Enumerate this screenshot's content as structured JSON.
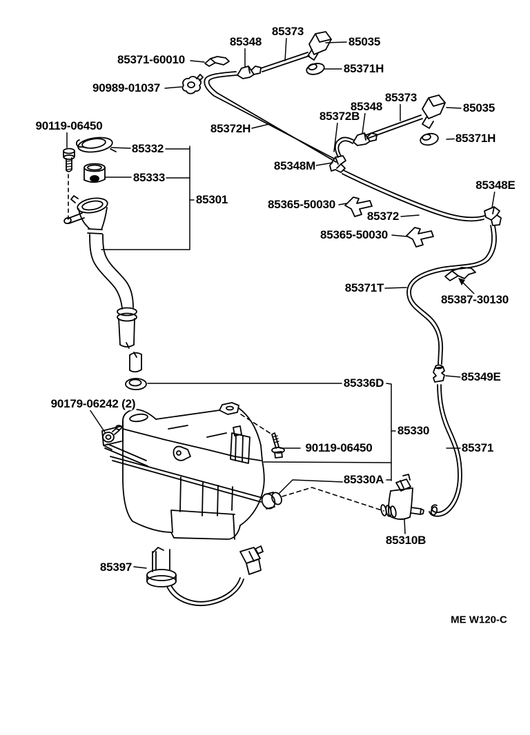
{
  "page": {
    "background_color": "#ffffff",
    "line_color": "#000000",
    "drawing_code": "ME W120-C",
    "description": "Windshield washer reservoir, pump, hoses and nozzles exploded parts diagram"
  },
  "labels": [
    {
      "text": "85373"
    },
    {
      "text": "85348"
    },
    {
      "text": "85035"
    },
    {
      "text": "85371-60010"
    },
    {
      "text": "85371H"
    },
    {
      "text": "90989-01037"
    },
    {
      "text": "85373"
    },
    {
      "text": "85348"
    },
    {
      "text": "85372B"
    },
    {
      "text": "85035"
    },
    {
      "text": "90119-06450"
    },
    {
      "text": "85372H"
    },
    {
      "text": "85371H"
    },
    {
      "text": "85332"
    },
    {
      "text": "85348M"
    },
    {
      "text": "85333"
    },
    {
      "text": "85348E"
    },
    {
      "text": "85301"
    },
    {
      "text": "85365-50030"
    },
    {
      "text": "85372"
    },
    {
      "text": "85365-50030"
    },
    {
      "text": "85371T"
    },
    {
      "text": "85387-30130"
    },
    {
      "text": "85349E"
    },
    {
      "text": "85336D"
    },
    {
      "text": "90179-06242 (2)"
    },
    {
      "text": "85330"
    },
    {
      "text": "90119-06450"
    },
    {
      "text": "85371"
    },
    {
      "text": "85330A"
    },
    {
      "text": "85310B"
    },
    {
      "text": "85397"
    }
  ]
}
